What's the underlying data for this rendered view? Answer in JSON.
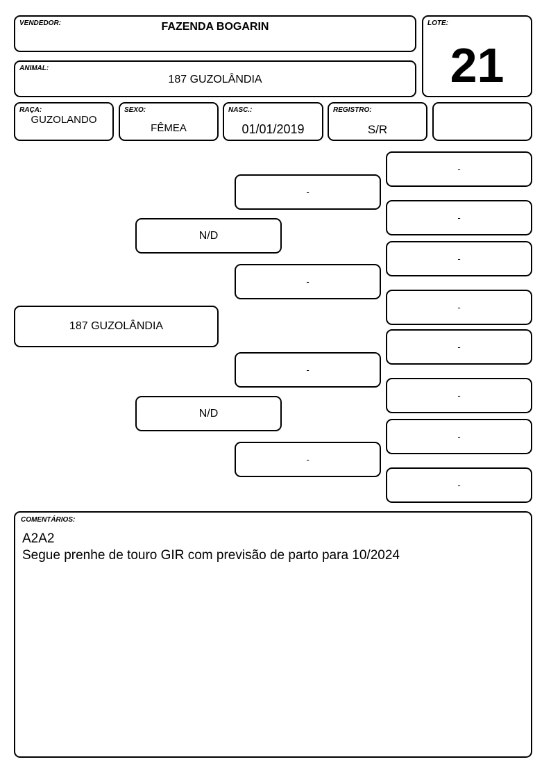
{
  "header": {
    "vendedor_label": "VENDEDOR:",
    "vendedor_value": "FAZENDA BOGARIN",
    "lote_label": "LOTE:",
    "lote_value": "21",
    "animal_label": "ANIMAL:",
    "animal_value": "187 GUZOLÂNDIA"
  },
  "info": {
    "raca_label": "RAÇA:",
    "raca_value": "GUZOLANDO",
    "sexo_label": "SEXO:",
    "sexo_value": "FÊMEA",
    "nasc_label": "NASC.:",
    "nasc_value": "01/01/2019",
    "registro_label": "REGISTRO:",
    "registro_value": "S/R",
    "extra_value": ""
  },
  "pedigree": {
    "animal": "187 GUZOLÂNDIA",
    "sire": "N/D",
    "dam": "N/D",
    "grandparents": [
      "-",
      "-",
      "-",
      "-"
    ],
    "great_grandparents": [
      "-",
      "-",
      "-",
      "-",
      "-",
      "-",
      "-",
      "-"
    ]
  },
  "comments": {
    "label": "COMENTÁRIOS:",
    "lines": [
      "A2A2",
      "Segue prenhe de touro GIR com previsão de parto para 10/2024"
    ]
  }
}
